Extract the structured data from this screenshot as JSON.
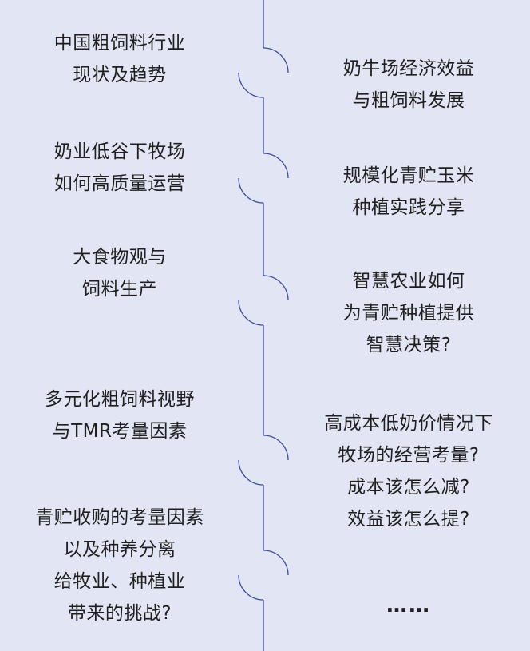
{
  "colors": {
    "background": "#e2e5f3",
    "timeline": "#3d4a9c",
    "text": "#1f1f1f"
  },
  "topics": {
    "left": [
      {
        "lines": [
          "中国粗饲料行业",
          "现状及趋势"
        ]
      },
      {
        "lines": [
          "奶业低谷下牧场",
          "如何高质量运营"
        ]
      },
      {
        "lines": [
          "大食物观与",
          "饲料生产"
        ]
      },
      {
        "lines": [
          "多元化粗饲料视野",
          "与TMR考量因素"
        ]
      },
      {
        "lines": [
          "青贮收购的考量因素",
          "以及种养分离",
          "给牧业、种植业",
          "带来的挑战?"
        ]
      }
    ],
    "right": [
      {
        "lines": [
          "奶牛场经济效益",
          "与粗饲料发展"
        ]
      },
      {
        "lines": [
          "规模化青贮玉米",
          "种植实践分享"
        ]
      },
      {
        "lines": [
          "智慧农业如何",
          "为青贮种植提供",
          "智慧决策?"
        ]
      },
      {
        "lines": [
          "高成本低奶价情况下",
          "牧场的经营考量?",
          "成本该怎么减?",
          "效益该怎么提?"
        ]
      },
      {
        "lines": [
          "……"
        ]
      }
    ]
  }
}
